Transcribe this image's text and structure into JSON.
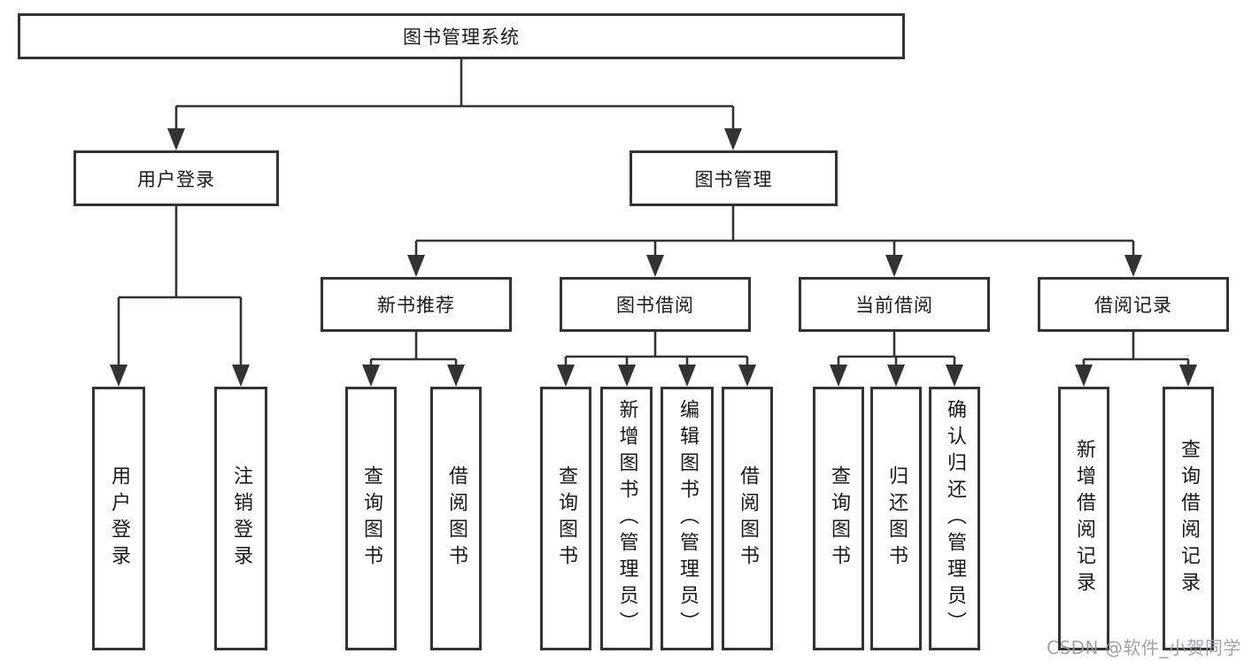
{
  "colors": {
    "line": "#333333",
    "box_border": "#333333",
    "text": "#1a1a1a",
    "watermark": "#96999e",
    "background": "#ffffff"
  },
  "watermark": {
    "text": "CSDN @软件_小贺同学"
  },
  "diagram": {
    "type": "hierarchy-tree",
    "root": {
      "label": "图书管理系统",
      "children": [
        {
          "label": "用户登录",
          "children": [
            {
              "label": "用户登录"
            },
            {
              "label": "注销登录"
            }
          ]
        },
        {
          "label": "图书管理",
          "children": [
            {
              "label": "新书推荐",
              "children": [
                {
                  "label": "查询图书"
                },
                {
                  "label": "借阅图书"
                }
              ]
            },
            {
              "label": "图书借阅",
              "children": [
                {
                  "label": "查询图书"
                },
                {
                  "label": "新增图书（管理员）"
                },
                {
                  "label": "编辑图书（管理员）"
                },
                {
                  "label": "借阅图书"
                }
              ]
            },
            {
              "label": "当前借阅",
              "children": [
                {
                  "label": "查询图书"
                },
                {
                  "label": "归还图书"
                },
                {
                  "label": "确认归还（管理员）"
                }
              ]
            },
            {
              "label": "借阅记录",
              "children": [
                {
                  "label": "新增借阅记录"
                },
                {
                  "label": "查询借阅记录"
                }
              ]
            }
          ]
        }
      ]
    }
  }
}
